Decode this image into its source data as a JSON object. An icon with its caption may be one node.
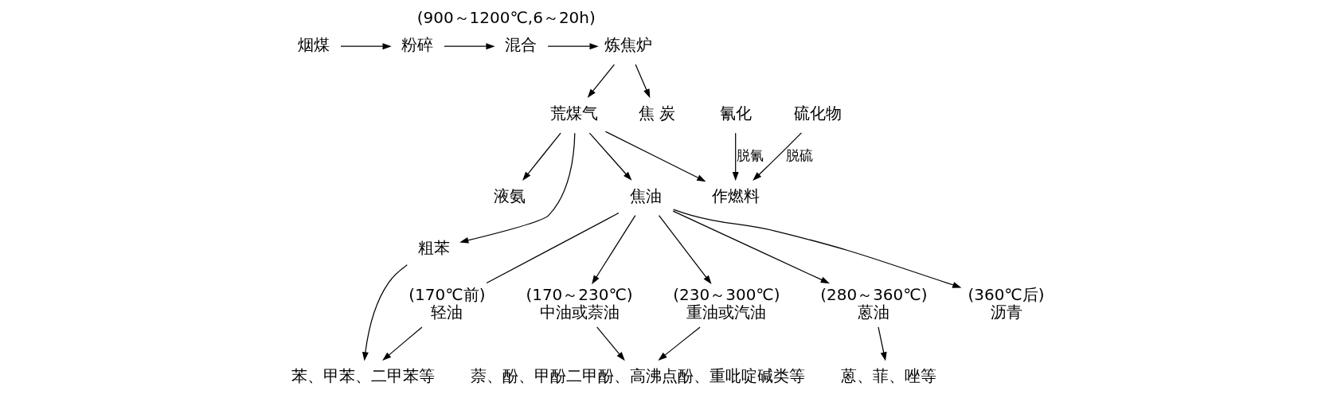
{
  "diagram": {
    "nodes": [
      {
        "text": [
          "烟煤"
        ]
      },
      {
        "text": [
          "粉碎"
        ]
      },
      {
        "text": [
          "混合"
        ]
      },
      {
        "text": [
          "炼焦炉"
        ],
        "beside": [
          "(900～1200℃,6～20h)"
        ]
      },
      {
        "text": [
          "荒煤气"
        ]
      },
      {
        "text": [
          "焦 炭"
        ]
      },
      {
        "text": [
          "液氨"
        ]
      },
      {
        "text": [
          "粗苯"
        ]
      },
      {
        "text": [
          "焦油"
        ]
      },
      {
        "text": [
          "作燃料"
        ]
      },
      {
        "text": [
          "氰化"
        ]
      },
      {
        "text": [
          "硫化物"
        ]
      },
      {
        "text": [
          "(170℃前)",
          "轻油"
        ]
      },
      {
        "text": [
          "(170～230℃)",
          "中油或萘油"
        ]
      },
      {
        "text": [
          "(230～300℃)",
          "重油或汽油"
        ]
      },
      {
        "text": [
          "(280～360℃)",
          "蒽油"
        ]
      },
      {
        "text": [
          "(360℃后)",
          "沥青"
        ]
      },
      {
        "text": [
          "苯、甲苯、二甲苯等"
        ]
      },
      {
        "text": [
          "萘、酚、甲酚二甲酚、高沸点酚、重吡啶碱类等"
        ]
      },
      {
        "text": [
          "蒽、菲、唑等"
        ]
      }
    ],
    "edges": [
      {
        "from": 0,
        "to": 1,
        "arrow": "to"
      },
      {
        "from": 1,
        "to": 2,
        "arrow": "to"
      },
      {
        "from": 2,
        "to": 3,
        "arrow": "to"
      },
      {
        "from": 3,
        "to": 4,
        "arrow": "to"
      },
      {
        "from": 3,
        "to": 5,
        "arrow": "to"
      },
      {
        "from": 4,
        "to": 6,
        "arrow": "to"
      },
      {
        "from": 4,
        "to": 7,
        "arrow": "to"
      },
      {
        "from": 4,
        "to": 8,
        "arrow": "to"
      },
      {
        "from": 4,
        "to": 9,
        "arrow": "to"
      },
      {
        "from": 10,
        "to": 9,
        "arrow": "to",
        "label": "脱氰"
      },
      {
        "from": 11,
        "to": 9,
        "arrow": "to",
        "label": "脱硫"
      },
      {
        "from": 8,
        "to": 12,
        "arrow": "none"
      },
      {
        "from": 8,
        "to": 13,
        "arrow": "to"
      },
      {
        "from": 8,
        "to": 14,
        "arrow": "to"
      },
      {
        "from": 8,
        "to": 15,
        "arrow": "to"
      },
      {
        "from": 8,
        "to": 16,
        "arrow": "to"
      },
      {
        "from": 7,
        "to": 17,
        "arrow": "to"
      },
      {
        "from": 12,
        "to": 17,
        "arrow": "to"
      },
      {
        "from": 13,
        "to": 18,
        "arrow": "to"
      },
      {
        "from": 14,
        "to": 18,
        "arrow": "to"
      },
      {
        "from": 15,
        "to": 19,
        "arrow": "to"
      }
    ]
  }
}
